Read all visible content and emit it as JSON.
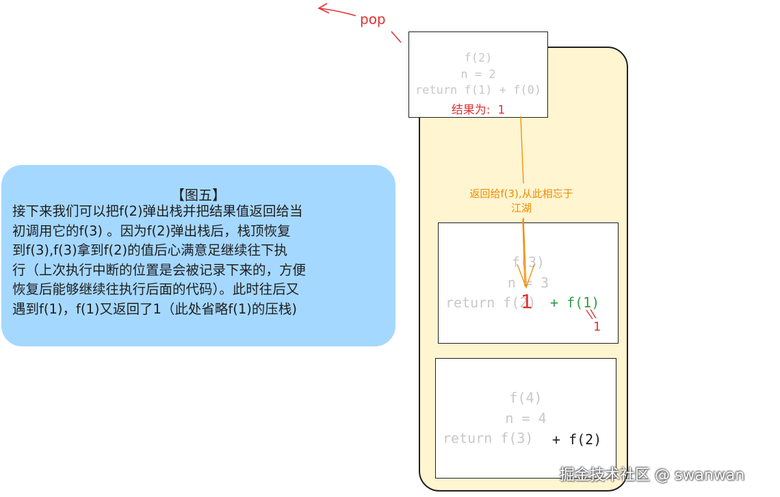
{
  "pop_label": "pop",
  "frames": {
    "f2": {
      "name": "f(2)",
      "n": "n = 2",
      "return": "return f(1) + f(0)",
      "result_label": "结果为:",
      "result_value": "1"
    },
    "f3": {
      "name": "f(3)",
      "n": "n = 3",
      "return_prefix": "return f(2)",
      "overwrite_value": "1",
      "plus_call": "+ f(1)",
      "f1_result": "1"
    },
    "f4": {
      "name": "f(4)",
      "n": "n = 4",
      "return_prefix": "return f(3)",
      "plus_call": "+ f(2)"
    }
  },
  "return_arrow_label": [
    "返回给f(3),从此相忘于",
    "江湖"
  ],
  "callout": {
    "title": "【图五】",
    "lines": [
      "接下来我们可以把f(2)弹出栈并把结果值返回给当",
      "初调用它的f(3) 。因为f(2)弹出栈后，栈顶恢复",
      "到f(3),f(3)拿到f(2)的值后心满意足继续往下执",
      "行（上次执行中断的位置是会被记录下来的，方便",
      "恢复后能够继续往执行后面的代码）。此时往后又",
      "遇到f(1)，f(1)又返回了1（此处省略f(1)的压栈)"
    ]
  },
  "watermark": "掘金技术社区 @ swanwan",
  "colors": {
    "stack_fill": "#fff5d1",
    "callout_fill": "#a5d8ff",
    "red": "#e03131",
    "green": "#2f9e44",
    "orange": "#f08c00",
    "grey": "#c8c8c8"
  }
}
